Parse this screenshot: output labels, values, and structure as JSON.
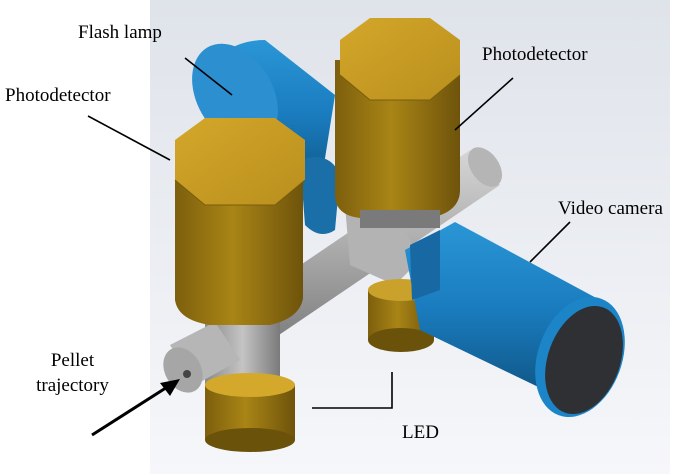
{
  "labels": {
    "flash_lamp": "Flash lamp",
    "photodetector_left": "Photodetector",
    "photodetector_right": "Photodetector",
    "video_camera": "Video camera",
    "pellet_trajectory_line1": "Pellet",
    "pellet_trajectory_line2": "trajectory",
    "led": "LED"
  },
  "colors": {
    "background_gradient_top": "#dde2ea",
    "background_gradient_bottom": "#f4f6f9",
    "detector_gold": "#b8901d",
    "detector_gold_dark": "#8a6a10",
    "lamp_blue": "#1b7fc0",
    "lamp_blue_dark": "#125b8c",
    "tube_gray": "#9a9a9a",
    "tube_gray_light": "#c8c8c8",
    "lens_dark": "#2f3033"
  }
}
